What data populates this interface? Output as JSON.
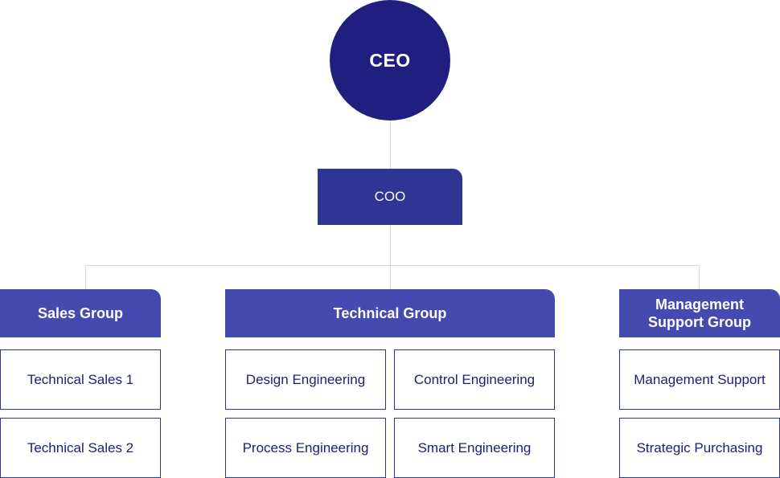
{
  "ceo": {
    "label": "CEO"
  },
  "coo": {
    "label": "COO"
  },
  "groups": {
    "sales": {
      "label": "Sales Group",
      "departments": [
        "Technical Sales 1",
        "Technical Sales 2"
      ]
    },
    "technical": {
      "label": "Technical Group",
      "departments": [
        "Design Engineering",
        "Control Engineering",
        "Process Engineering",
        "Smart Engineering"
      ]
    },
    "management": {
      "label": "Management Support Group",
      "departments": [
        "Management Support",
        "Strategic Purchasing"
      ]
    }
  },
  "colors": {
    "ceo": "#1e1f7e",
    "coo": "#2e3593",
    "group_header": "#454ab0",
    "department_border": "#2e3593",
    "department_text": "#1e2175",
    "connector": "#d9dbe4"
  }
}
